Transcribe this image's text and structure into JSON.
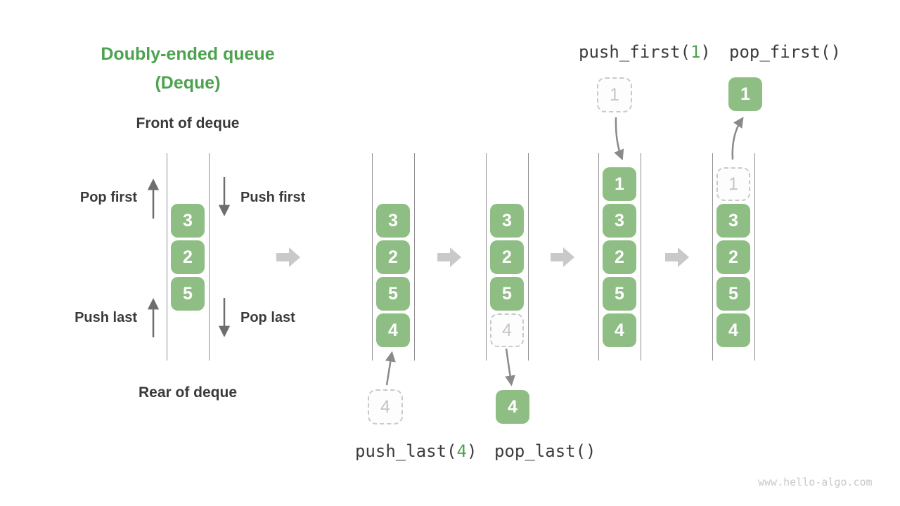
{
  "title": {
    "line1": "Doubly-ended queue",
    "line2": "(Deque)"
  },
  "labels": {
    "front": "Front of deque",
    "rear": "Rear of deque",
    "pop_first": "Pop first",
    "push_first": "Push first",
    "push_last": "Push last",
    "pop_last": "Pop last"
  },
  "operations": {
    "push_first": {
      "prefix": "push_first(",
      "arg": "1",
      "suffix": ")"
    },
    "pop_first": {
      "label": "pop_first()"
    },
    "push_last": {
      "prefix": "push_last(",
      "arg": "4",
      "suffix": ")"
    },
    "pop_last": {
      "label": "pop_last()"
    }
  },
  "queues": {
    "q1": {
      "items": [
        "3",
        "2",
        "5"
      ]
    },
    "q2": {
      "items": [
        "3",
        "2",
        "5",
        "4"
      ]
    },
    "q3": {
      "items": [
        "3",
        "2",
        "5"
      ],
      "ghost": "4"
    },
    "q4": {
      "items": [
        "1",
        "3",
        "2",
        "5",
        "4"
      ]
    },
    "q5": {
      "ghost": "1",
      "items": [
        "3",
        "2",
        "5",
        "4"
      ]
    }
  },
  "floating": {
    "push_last_value": "4",
    "pop_last_value": "4",
    "push_first_value": "1",
    "pop_first_value": "1"
  },
  "watermark": "www.hello-algo.com",
  "colors": {
    "element_green": "#8FBE84",
    "accent_green": "#4CA24E",
    "text_dark": "#3a3a3a",
    "rail_gray": "#8f8f8f",
    "flow_arrow_gray": "#c9c9c9",
    "small_arrow_gray": "#6e6e6e",
    "ghost_gray": "#c9c9c9"
  }
}
